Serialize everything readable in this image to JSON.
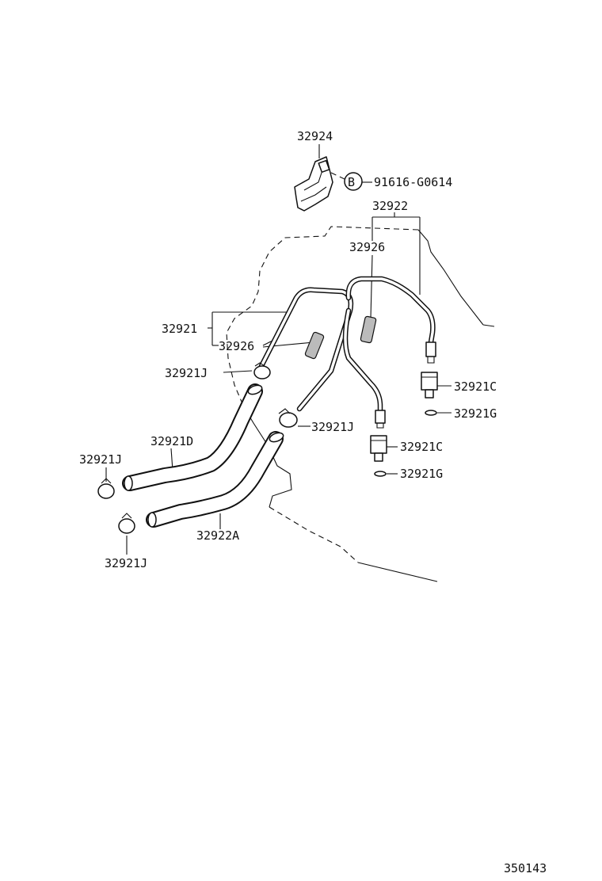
{
  "diagram": {
    "labels": {
      "bracket": "32924",
      "bolt_marker": "B",
      "bolt": "91616-G0614",
      "pipe_set_right": "32922",
      "sleeve_upper": "32926",
      "pipe_set_left": "32921",
      "sleeve_lower": "32926",
      "clamp_upper": "32921J",
      "clamp_mid": "32921J",
      "hose_d": "32921D",
      "clamp_left_upper": "32921J",
      "clamp_left_lower": "32921J",
      "hose_a": "32922A",
      "union_upper": "32921C",
      "gasket_upper": "32921G",
      "union_lower": "32921C",
      "gasket_lower": "32921G",
      "figure_number": "350143"
    }
  }
}
